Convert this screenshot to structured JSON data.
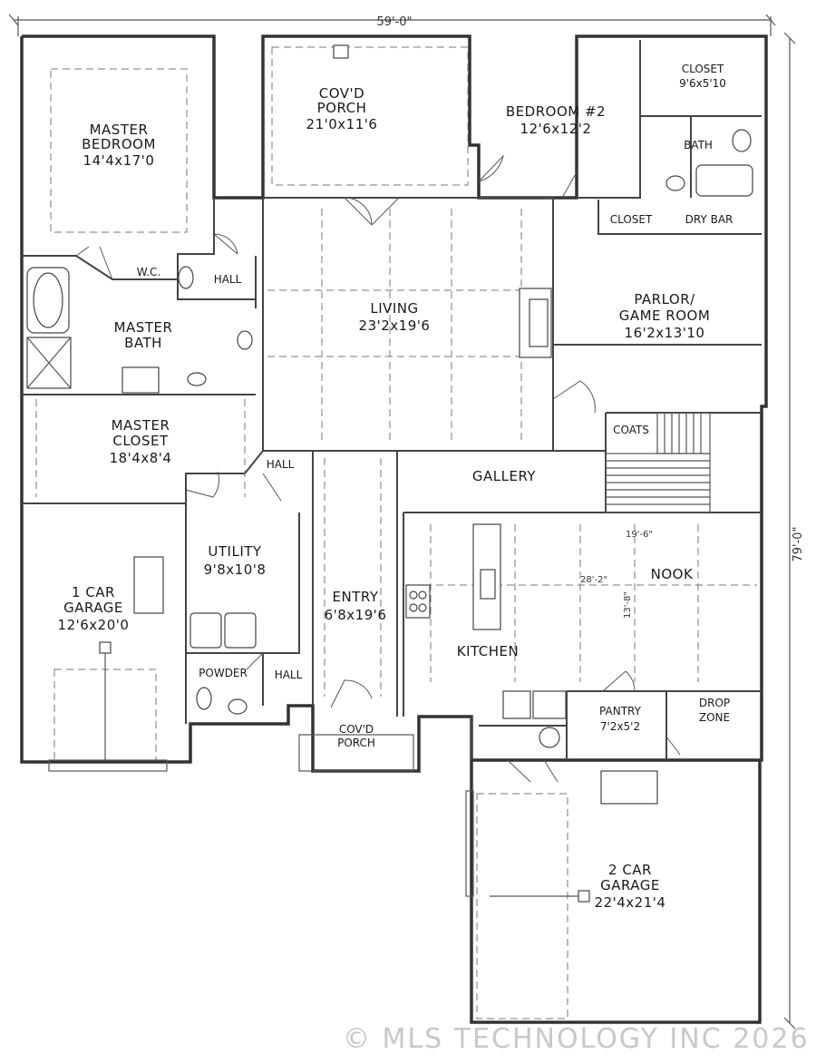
{
  "dimensions": {
    "overall_width": "59'-0\"",
    "overall_depth": "79'-0\"",
    "kitchen_nook_width": "28'-2\"",
    "nook_width": "19'-6\"",
    "kitchen_depth": "13'-8\""
  },
  "rooms": {
    "master_bedroom": {
      "name_line1": "MASTER",
      "name_line2": "BEDROOM",
      "size": "14'4x17'0"
    },
    "covd_porch_rear": {
      "name_line1": "COV'D",
      "name_line2": "PORCH",
      "size": "21'0x11'6"
    },
    "bedroom_2": {
      "name": "BEDROOM #2",
      "size": "12'6x12'2"
    },
    "closet_br2": {
      "name": "CLOSET",
      "size": "9'6x5'10"
    },
    "bath": {
      "name": "BATH"
    },
    "closet_small": {
      "name": "CLOSET"
    },
    "dry_bar": {
      "name": "DRY BAR"
    },
    "wc": {
      "name": "W.C."
    },
    "hall_upper": {
      "name": "HALL"
    },
    "living": {
      "name": "LIVING",
      "size": "23'2x19'6"
    },
    "parlor": {
      "name_line1": "PARLOR/",
      "name_line2": "GAME ROOM",
      "size": "16'2x13'10"
    },
    "master_bath": {
      "name_line1": "MASTER",
      "name_line2": "BATH"
    },
    "master_closet": {
      "name_line1": "MASTER",
      "name_line2": "CLOSET",
      "size": "18'4x8'4"
    },
    "coats": {
      "name": "COATS"
    },
    "hall_mid": {
      "name": "HALL"
    },
    "gallery": {
      "name": "GALLERY"
    },
    "utility": {
      "name": "UTILITY",
      "size": "9'8x10'8"
    },
    "garage_1": {
      "name_line1": "1 CAR",
      "name_line2": "GARAGE",
      "size": "12'6x20'0"
    },
    "entry": {
      "name": "ENTRY",
      "size": "6'8x19'6"
    },
    "nook": {
      "name": "NOOK"
    },
    "kitchen": {
      "name": "KITCHEN"
    },
    "powder": {
      "name": "POWDER"
    },
    "hall_lower": {
      "name": "HALL"
    },
    "covd_porch_front": {
      "name_line1": "COV'D",
      "name_line2": "PORCH"
    },
    "pantry": {
      "name": "PANTRY",
      "size": "7'2x5'2"
    },
    "drop_zone": {
      "name_line1": "DROP",
      "name_line2": "ZONE"
    },
    "garage_2": {
      "name_line1": "2 CAR",
      "name_line2": "GARAGE",
      "size": "22'4x21'4"
    }
  },
  "watermark": "© MLS TECHNOLOGY INC 2026"
}
